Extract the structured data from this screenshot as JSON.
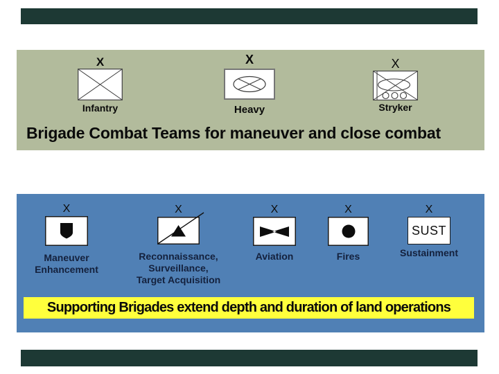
{
  "bct_panel": {
    "title": "Brigade Combat Teams for maneuver and close combat",
    "units": [
      {
        "echelon": "X",
        "label": "Infantry"
      },
      {
        "echelon": "X",
        "label": "Heavy"
      },
      {
        "echelon": "X",
        "label": "Stryker"
      }
    ]
  },
  "support_panel": {
    "banner": "Supporting Brigades extend depth and duration of land operations",
    "units": [
      {
        "echelon": "X",
        "label_lines": [
          "Maneuver",
          "Enhancement"
        ]
      },
      {
        "echelon": "X",
        "label_lines": [
          "Reconnaissance,",
          "Surveillance,",
          "Target Acquisition"
        ]
      },
      {
        "echelon": "X",
        "label_lines": [
          "Aviation"
        ]
      },
      {
        "echelon": "X",
        "label_lines": [
          "Fires"
        ]
      },
      {
        "echelon": "X",
        "symbol_text": "SUST",
        "label_lines": [
          "Sustainment"
        ]
      }
    ]
  },
  "colors": {
    "accent_bar": "#1d3934",
    "bct_panel_bg": "#b2bb9c",
    "support_panel_bg": "#5080b5",
    "banner_bg": "#ffff3c",
    "support_label_text": "#14213d"
  }
}
